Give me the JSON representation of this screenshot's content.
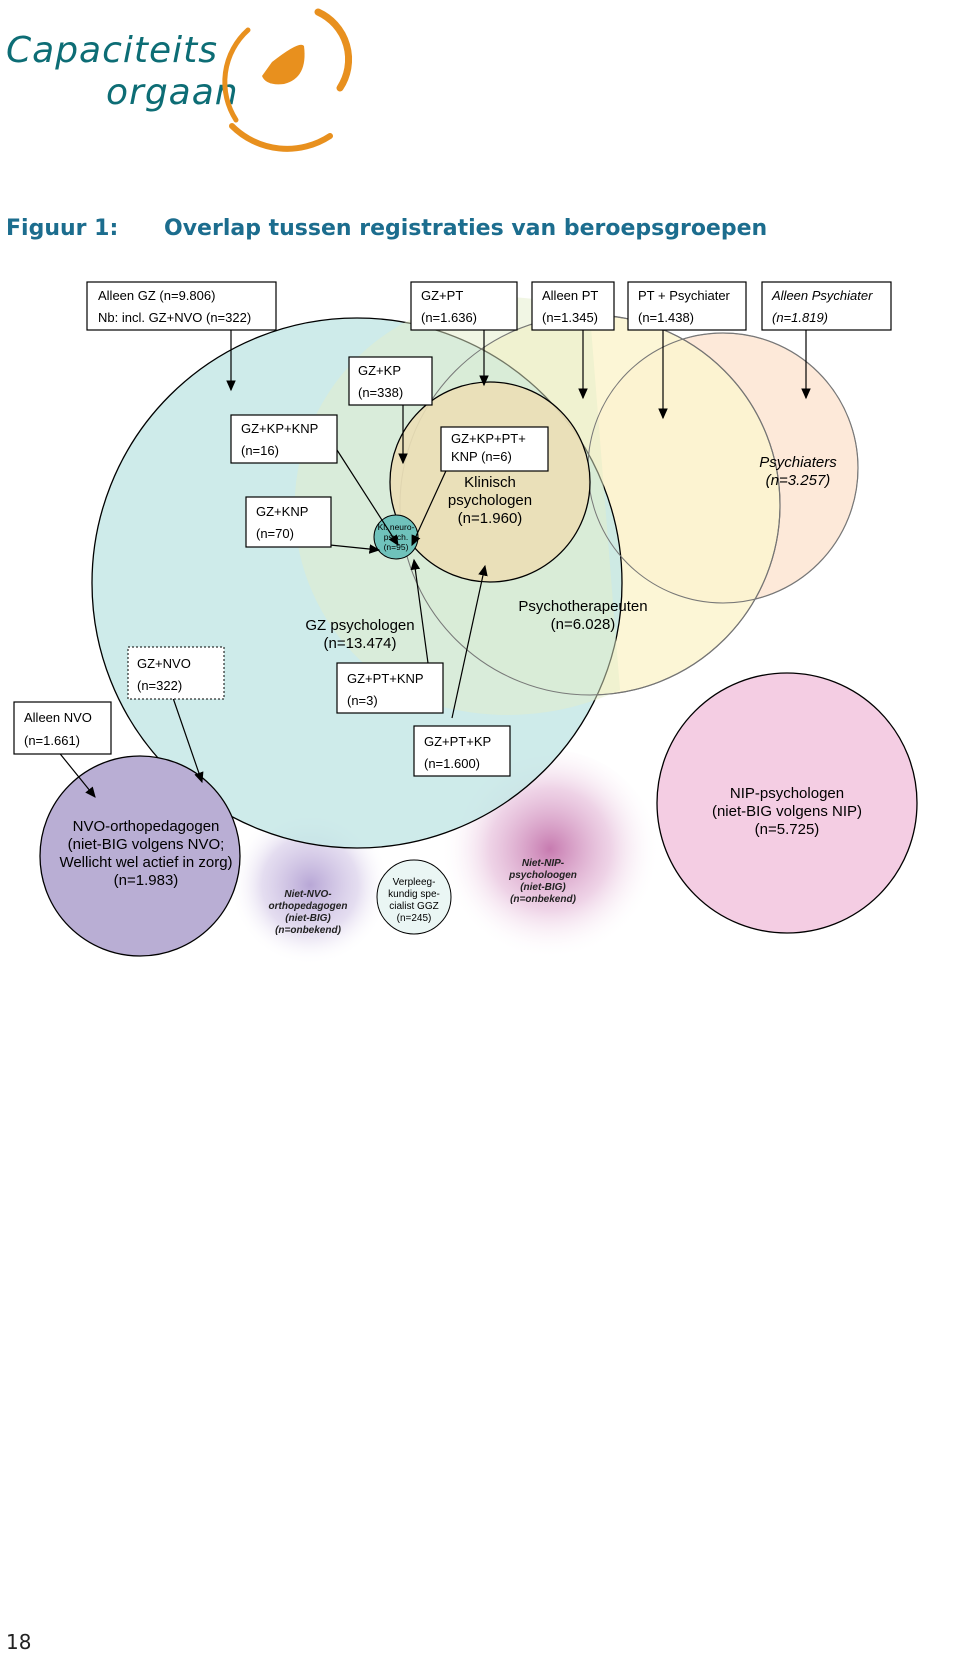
{
  "brand": {
    "line1": "Capaciteits",
    "line2": "orgaan"
  },
  "figure": {
    "label": "Figuur 1:",
    "title": "Overlap tussen registraties van beroepsgroepen"
  },
  "page_number": "18",
  "colors": {
    "brand_teal": "#0d6d75",
    "brand_orange": "#e8901e",
    "title_blue": "#1c6d8e",
    "gz": "#c6e7e6",
    "pt": "#fbf5cf",
    "psy": "#fde5d2",
    "nvo": "#b9aed4",
    "nip": "#f4cde3",
    "kl": "#ebdfb6"
  },
  "boxes": {
    "alleen_gz": {
      "line1": "Alleen GZ (n=9.806)",
      "line2": "Nb: incl. GZ+NVO (n=322)"
    },
    "gz_pt": {
      "line1": "GZ+PT",
      "line2": "(n=1.636)"
    },
    "alleen_pt": {
      "line1": "Alleen PT",
      "line2": "(n=1.345)"
    },
    "pt_psychiater": {
      "line1": "PT + Psychiater",
      "line2": "(n=1.438)"
    },
    "alleen_psychiater": {
      "line1": "Alleen Psychiater",
      "line2": "(n=1.819)"
    },
    "gz_kp": {
      "line1": "GZ+KP",
      "line2": "(n=338)"
    },
    "gz_kp_knp": {
      "line1": "GZ+KP+KNP",
      "line2": "(n=16)"
    },
    "gz_kp_pt_knp": {
      "line1": "GZ+KP+PT+",
      "line2": "KNP (n=6)"
    },
    "gz_knp": {
      "line1": "GZ+KNP",
      "line2": "(n=70)"
    },
    "gz_nvo": {
      "line1": "GZ+NVO",
      "line2": "(n=322)"
    },
    "gz_pt_knp": {
      "line1": "GZ+PT+KNP",
      "line2": "(n=3)"
    },
    "alleen_nvo": {
      "line1": "Alleen NVO",
      "line2": "(n=1.661)"
    },
    "gz_pt_kp": {
      "line1": "GZ+PT+KP",
      "line2": "(n=1.600)"
    }
  },
  "circles": {
    "psychiaters": {
      "line1": "Psychiaters",
      "line2": "(n=3.257)"
    },
    "klinisch": {
      "line1": "Klinisch",
      "line2": "psychologen",
      "line3": "(n=1.960)"
    },
    "kl_neuro": {
      "line1": "Kl. neuro-",
      "line2": "psych.",
      "line3": "(n=95)"
    },
    "gz_psychologen": {
      "line1": "GZ psychologen",
      "line2": "(n=13.474)"
    },
    "psychotherapeuten": {
      "line1": "Psychotherapeuten",
      "line2": "(n=6.028)"
    },
    "nvo_orthopedagogen": {
      "line1": "NVO-orthopedagogen",
      "line2": "(niet-BIG volgens NVO;",
      "line3": "Wellicht wel actief in zorg)",
      "line4": "(n=1.983)"
    },
    "nip_psychologen": {
      "line1": "NIP-psychologen",
      "line2": "(niet-BIG volgens NIP)",
      "line3": "(n=5.725)"
    },
    "niet_nvo": {
      "line1": "Niet-NVO-",
      "line2": "orthopedagogen",
      "line3": "(niet-BIG)",
      "line4": "(n=onbekend)"
    },
    "verpleegkundig": {
      "line1": "Verpleeg-",
      "line2": "kundig spe-",
      "line3": "cialist GGZ",
      "line4": "(n=245)"
    },
    "niet_nip": {
      "line1": "Niet-NIP-",
      "line2": "psycholoogen",
      "line3": "(niet-BIG)",
      "line4": "(n=onbekend)"
    }
  }
}
